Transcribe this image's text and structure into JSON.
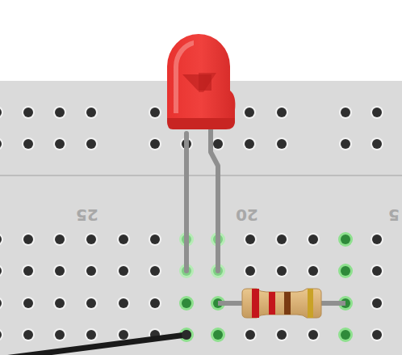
{
  "diagram": {
    "labels": [
      "25",
      "20",
      "5"
    ]
  }
}
